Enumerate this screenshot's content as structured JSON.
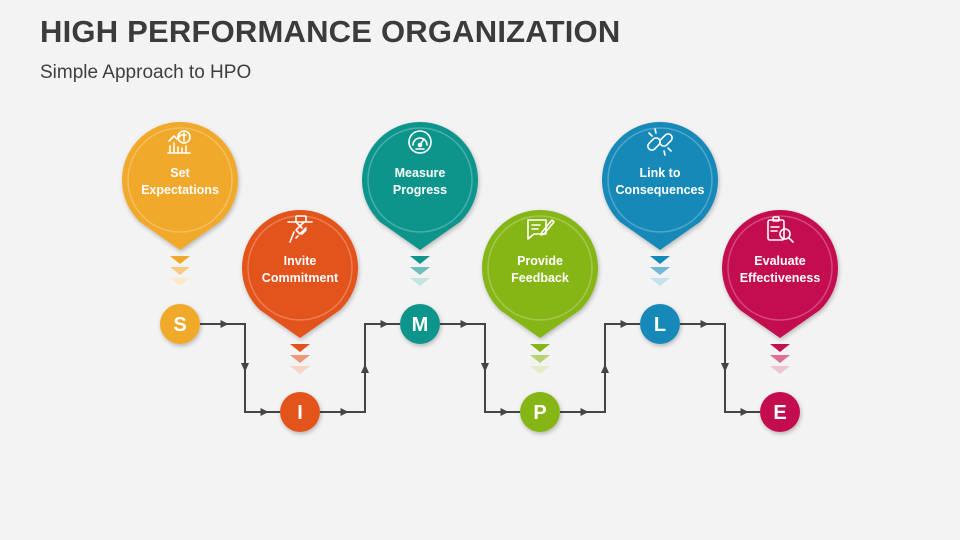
{
  "header": {
    "title": "HIGH PERFORMANCE ORGANIZATION",
    "subtitle": "Simple Approach to HPO"
  },
  "steps": [
    {
      "letter": "S",
      "line1": "Set",
      "line2": "Expectations",
      "color": "#f0a92a",
      "icon": "money-chart-icon"
    },
    {
      "letter": "I",
      "line1": "Invite",
      "line2": "Commitment",
      "color": "#e3521f",
      "icon": "handshake-icon"
    },
    {
      "letter": "M",
      "line1": "Measure",
      "line2": "Progress",
      "color": "#11958c",
      "icon": "speedometer-icon"
    },
    {
      "letter": "P",
      "line1": "Provide",
      "line2": "Feedback",
      "color": "#86b518",
      "icon": "feedback-note-icon"
    },
    {
      "letter": "L",
      "line1": "Link to",
      "line2": "Consequences",
      "color": "#1589b8",
      "icon": "chain-link-icon"
    },
    {
      "letter": "E",
      "line1": "Evaluate",
      "line2": "Effectiveness",
      "color": "#c4104f",
      "icon": "clipboard-search-icon"
    }
  ],
  "connector_color": "#444444"
}
